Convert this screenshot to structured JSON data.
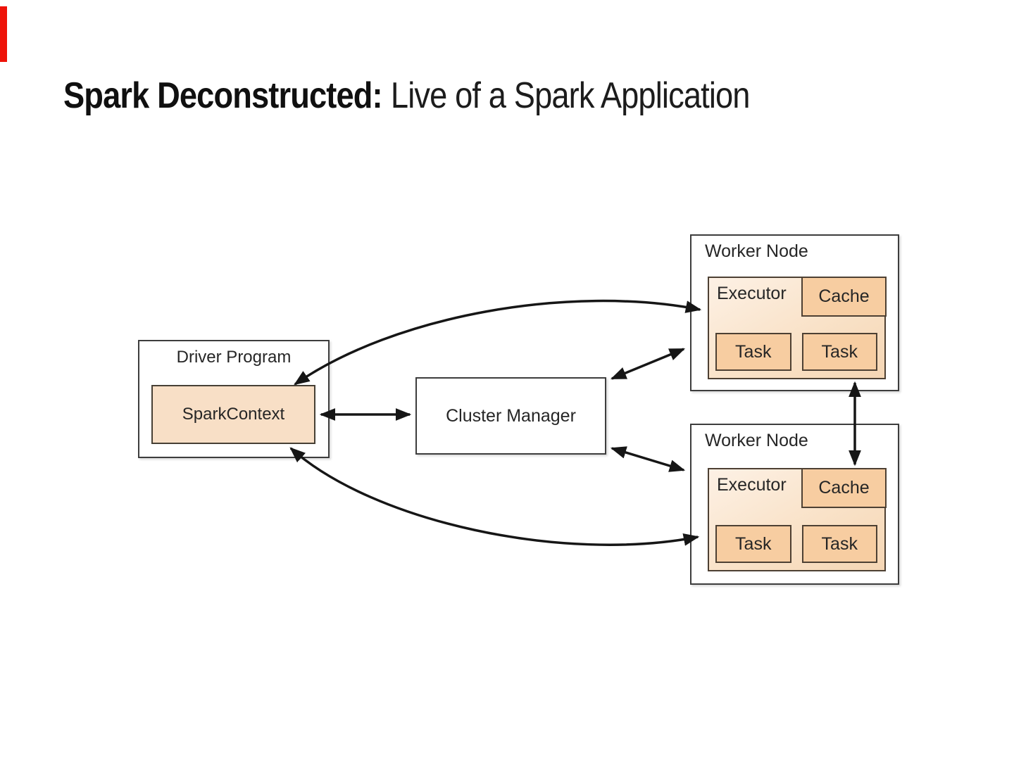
{
  "slide_title": {
    "bold": "Spark Deconstructed:",
    "regular": "Live of a Spark Application"
  },
  "diagram": {
    "driver_program": {
      "label": "Driver Program",
      "spark_context": "SparkContext"
    },
    "cluster_manager": {
      "label": "Cluster Manager"
    },
    "workers": [
      {
        "label": "Worker Node",
        "executor": "Executor",
        "cache": "Cache",
        "tasks": [
          "Task",
          "Task"
        ]
      },
      {
        "label": "Worker Node",
        "executor": "Executor",
        "cache": "Cache",
        "tasks": [
          "Task",
          "Task"
        ]
      }
    ],
    "connections": [
      "SparkContext <-> Worker Node 1 Executor (curved, double-headed)",
      "SparkContext <-> Cluster Manager (horizontal, double-headed)",
      "Cluster Manager <-> Worker Node 1 (diagonal, double-headed)",
      "Cluster Manager <-> Worker Node 2 (diagonal, double-headed)",
      "SparkContext <-> Worker Node 2 Executor (curved, double-headed)",
      "Worker Node 1 <-> Worker Node 2 Cache (vertical, double-headed)"
    ],
    "colors": {
      "fill_light_peach": "#f8dfc6",
      "fill_medium_peach": "#f7cda1",
      "box_border": "#3d3d3d",
      "arrow": "#161616",
      "red_marker": "#ee1309"
    }
  }
}
